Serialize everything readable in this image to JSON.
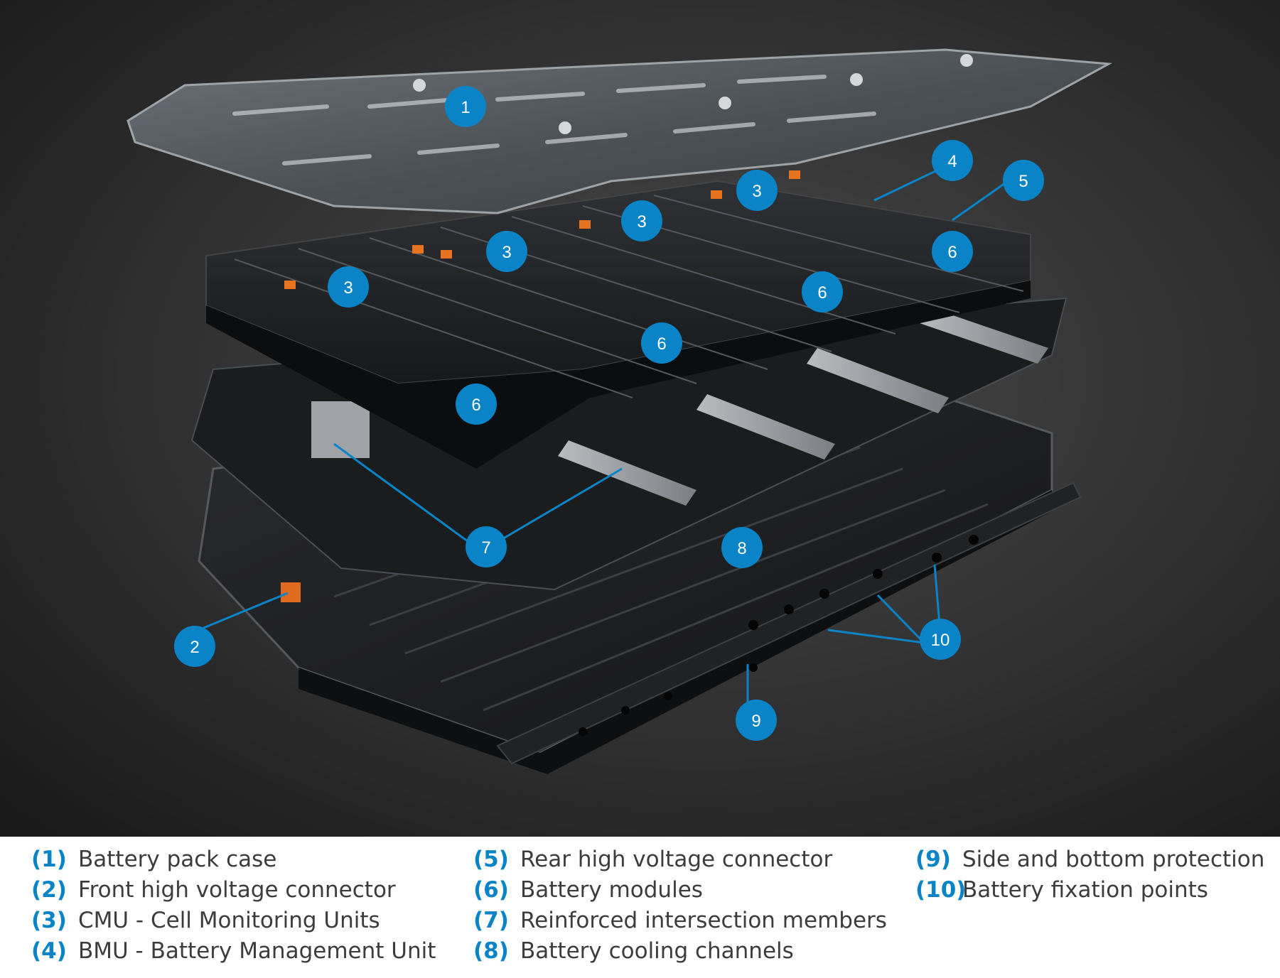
{
  "callouts": [
    {
      "label": "1"
    },
    {
      "label": "2"
    },
    {
      "label": "3"
    },
    {
      "label": "3"
    },
    {
      "label": "3"
    },
    {
      "label": "3"
    },
    {
      "label": "4"
    },
    {
      "label": "5"
    },
    {
      "label": "6"
    },
    {
      "label": "6"
    },
    {
      "label": "6"
    },
    {
      "label": "6"
    },
    {
      "label": "7"
    },
    {
      "label": "8"
    },
    {
      "label": "9"
    },
    {
      "label": "10"
    }
  ],
  "legend": {
    "col1": [
      {
        "num": "(1)",
        "text": "Battery pack case"
      },
      {
        "num": "(2)",
        "text": "Front high voltage connector"
      },
      {
        "num": "(3)",
        "text": "CMU - Cell Monitoring Units"
      },
      {
        "num": "(4)",
        "text": "BMU - Battery Management Unit"
      }
    ],
    "col2": [
      {
        "num": "(5)",
        "text": "Rear high voltage connector"
      },
      {
        "num": "(6)",
        "text": "Battery modules"
      },
      {
        "num": "(7)",
        "text": "Reinforced intersection members"
      },
      {
        "num": "(8)",
        "text": "Battery cooling channels"
      }
    ],
    "col3": [
      {
        "num": "(9)",
        "text": "Side and bottom protection"
      },
      {
        "num": "(10)",
        "text": "Battery fixation points"
      }
    ]
  },
  "colors": {
    "callout_blue": "#0a84c6",
    "legend_number": "#0a84c6",
    "legend_text": "#3c3c3c",
    "background_dark": "#2b2b2b"
  }
}
